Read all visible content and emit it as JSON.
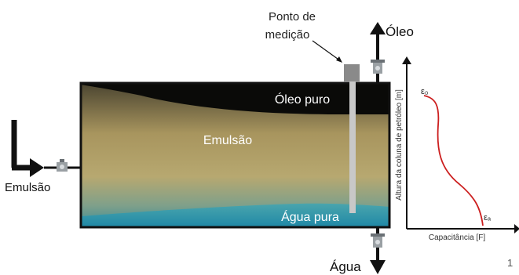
{
  "labels": {
    "measurement_point_line1": "Ponto de",
    "measurement_point_line2": "medição",
    "oil_outlet": "Óleo",
    "pure_oil": "Óleo puro",
    "emulsion_layer": "Emulsão",
    "emulsion_inlet": "Emulsão",
    "pure_water": "Água pura",
    "water_outlet": "Água",
    "page_number": "1"
  },
  "plot": {
    "y_axis_label": "Altura da coluna de petróleo [m]",
    "x_axis_label": "Capacitância [F]",
    "top_symbol": "ε₀",
    "bottom_symbol": "εₐ",
    "curve_color": "#cc1f1f"
  },
  "colors": {
    "oil": "#0a0a08",
    "emulsion_top": "#5a5138",
    "emulsion_mid": "#b8a56c",
    "water": "#2a9bb0"
  }
}
